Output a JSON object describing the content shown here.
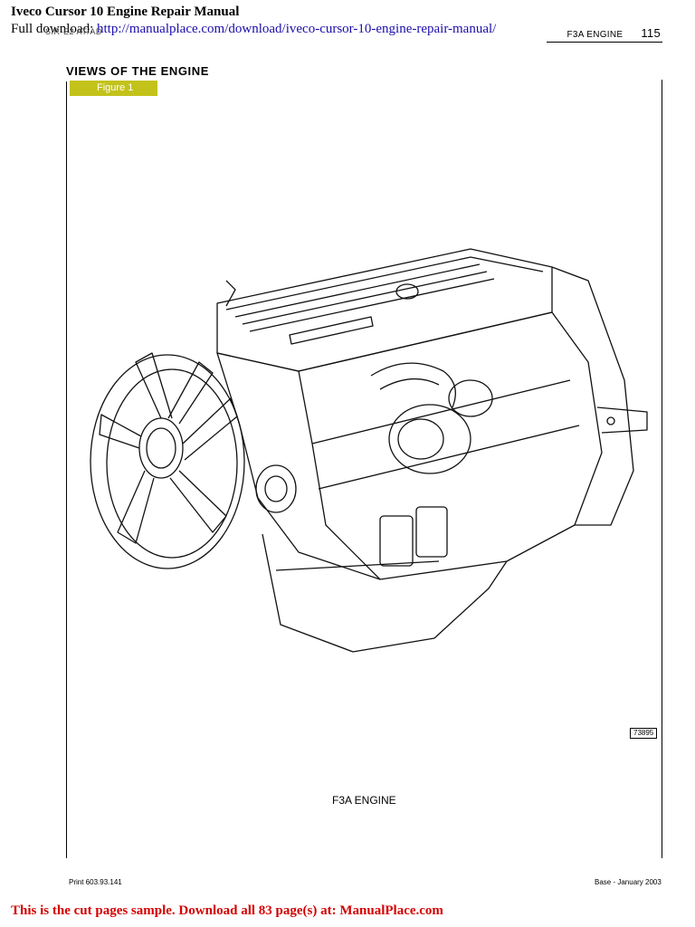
{
  "document": {
    "title": "Iveco Cursor 10 Engine Repair Manual",
    "download_prefix": "Full download: ",
    "download_link": "http://manualplace.com/download/iveco-cursor-10-engine-repair-manual/"
  },
  "page_header": {
    "ghost_text": "SIR-E2 AT/AD",
    "section": "F3A ENGINE",
    "page_number": "115"
  },
  "content": {
    "section_title": "VIEWS OF THE ENGINE",
    "figure_label": "Figure 1",
    "figure_ref": "73895",
    "caption": "F3A ENGINE"
  },
  "footer": {
    "print_code": "Print 603.93.141",
    "edition": "Base - January 2003"
  },
  "banner": {
    "text": "This is the cut pages sample. Download all 83 page(s) at: ManualPlace.com"
  }
}
